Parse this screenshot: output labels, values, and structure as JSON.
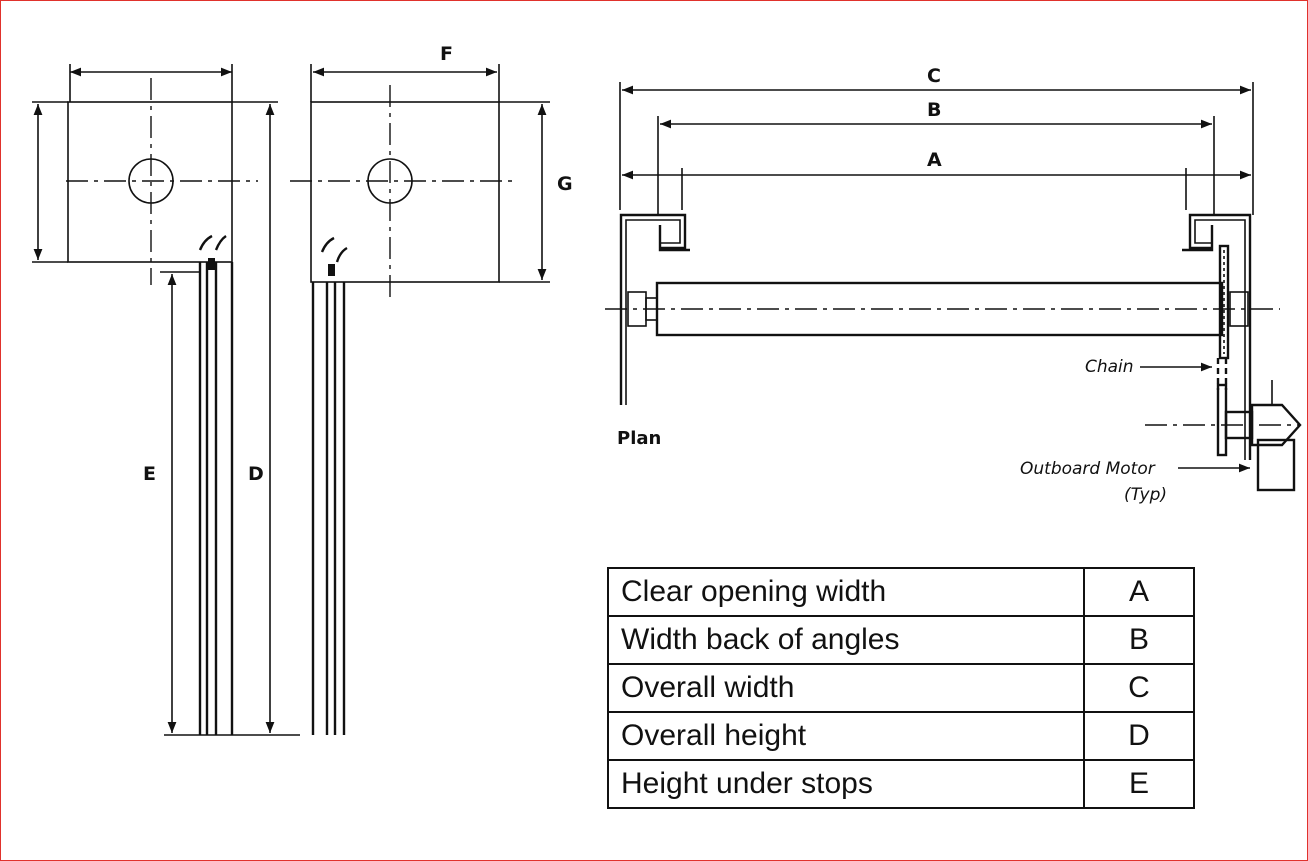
{
  "drawing": {
    "labels": {
      "a": "A",
      "b": "B",
      "c": "C",
      "d": "D",
      "e": "E",
      "f": "F",
      "g": "G"
    },
    "plan_label": "Plan",
    "chain_label": "Chain",
    "motor_label": "Outboard Motor",
    "motor_typ": "(Typ)"
  },
  "legend": {
    "rows": [
      {
        "label": "Clear opening width",
        "key": "A"
      },
      {
        "label": "Width back of angles",
        "key": "B"
      },
      {
        "label": "Overall width",
        "key": "C"
      },
      {
        "label": "Overall height",
        "key": "D"
      },
      {
        "label": "Height under stops",
        "key": "E"
      }
    ]
  }
}
